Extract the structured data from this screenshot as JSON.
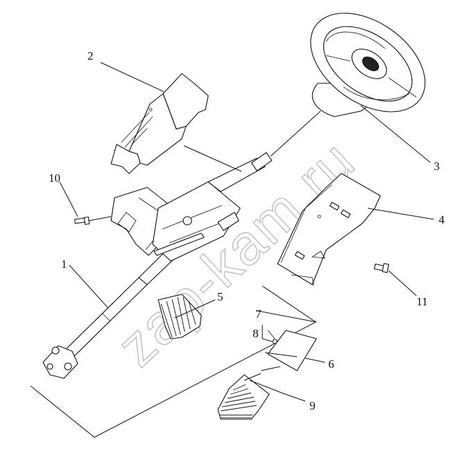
{
  "watermark": "zap-kam.ru",
  "callouts": {
    "c1": "1",
    "c2": "2",
    "c3": "3",
    "c4": "4",
    "c5": "5",
    "c6": "6",
    "c7": "7",
    "c8": "8",
    "c9": "9",
    "c10": "10",
    "c11": "11"
  }
}
